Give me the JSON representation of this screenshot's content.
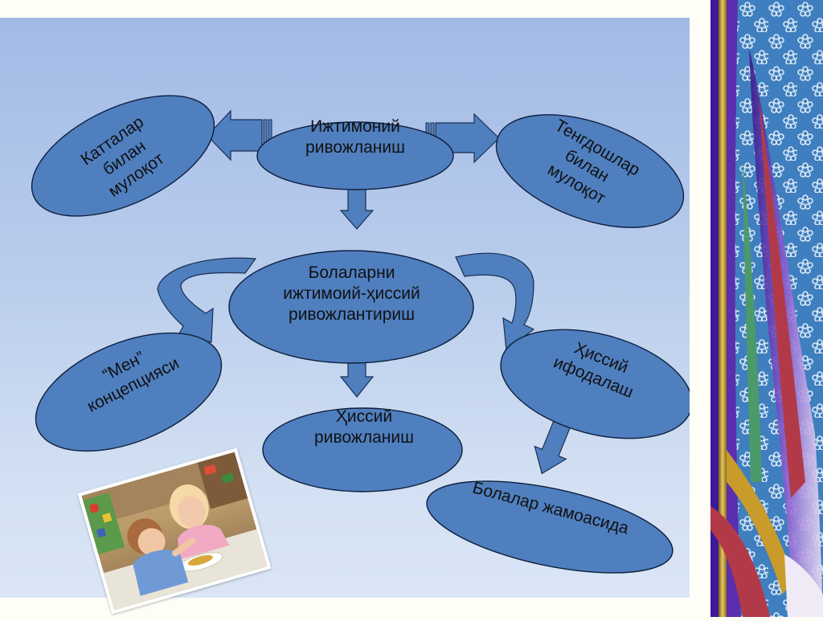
{
  "diagram": {
    "nodes": [
      {
        "id": "social",
        "label": "Ижтимоний\nривожланиш"
      },
      {
        "id": "adults",
        "label": "Катталар\nбилан\nмулоқот"
      },
      {
        "id": "peers",
        "label": "Тенгдошлар\nбилан\nмулоқот"
      },
      {
        "id": "center",
        "label": "Болаларни\nижтимоий-ҳиссий\nривожлантириш"
      },
      {
        "id": "self",
        "label": "“Мен”\nконцепцияси"
      },
      {
        "id": "emotional_expr",
        "label": "Ҳиссий\nифодалаш"
      },
      {
        "id": "emotional_dev",
        "label": "Ҳиссий\nривожланиш"
      },
      {
        "id": "group",
        "label": "Болалар жамоасида"
      }
    ],
    "edges": [
      {
        "from": "social",
        "to": "adults"
      },
      {
        "from": "social",
        "to": "peers"
      },
      {
        "from": "social",
        "to": "center"
      },
      {
        "from": "center",
        "to": "self"
      },
      {
        "from": "center",
        "to": "emotional_expr"
      },
      {
        "from": "center",
        "to": "emotional_dev"
      },
      {
        "from": "emotional_expr",
        "to": "group"
      }
    ]
  },
  "colors": {
    "node_fill": "#4f7fbf",
    "node_stroke": "#0f1f3d",
    "arrow_fill": "#4f7fbf"
  }
}
